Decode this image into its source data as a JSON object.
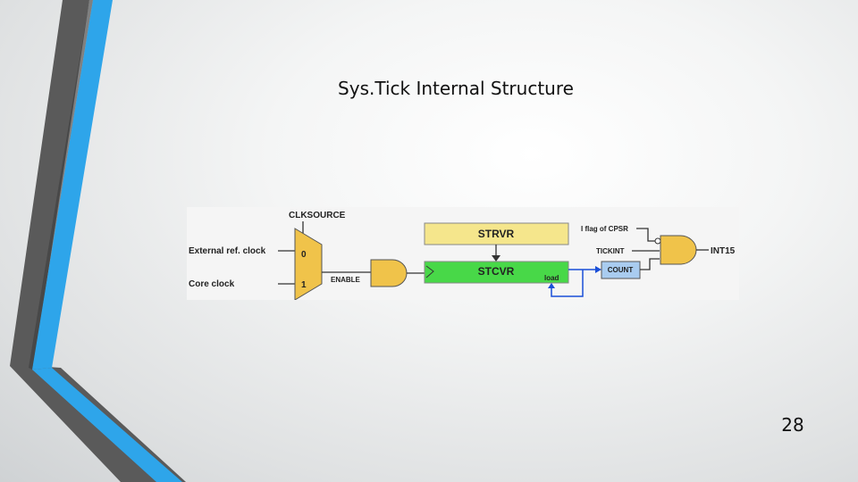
{
  "slide": {
    "title": "Sys.Tick Internal Structure",
    "page_number": "28"
  },
  "diagram": {
    "clksource_label": "CLKSOURCE",
    "external_clock_label": "External ref. clock",
    "core_clock_label": "Core clock",
    "mux_input_0": "0",
    "mux_input_1": "1",
    "enable_label": "ENABLE",
    "strvr_label": "STRVR",
    "stcvr_label": "STCVR",
    "load_label": "load",
    "i_flag_label": "I flag of CPSR",
    "tickint_label": "TICKINT",
    "count_label": "COUNT",
    "interrupt_label": "INT15"
  },
  "colors": {
    "stripe_dark": "#555555",
    "stripe_blue": "#29a3e8",
    "mux_fill": "#f0c34a",
    "and_gate_fill": "#f0c34a",
    "strvr_fill": "#f5e68c",
    "stcvr_fill": "#48d848",
    "count_fill": "#a9ccf0",
    "wire_blue": "#1a4fd8"
  }
}
